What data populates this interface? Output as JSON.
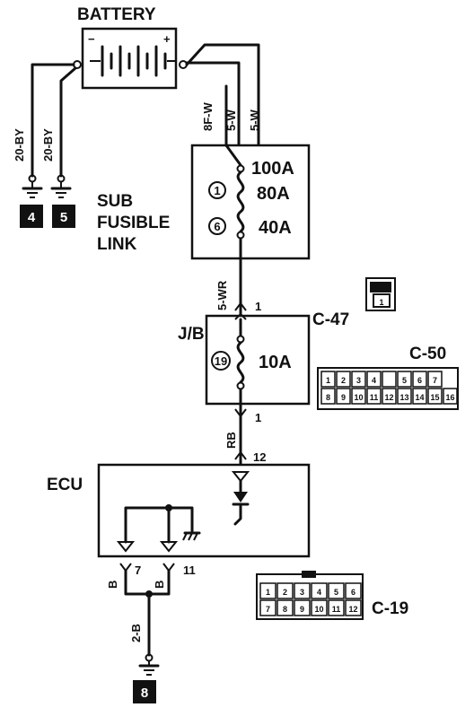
{
  "battery": {
    "label": "BATTERY"
  },
  "wires": {
    "left_1": "20-BY",
    "left_2": "20-BY",
    "top_1": "8F-W",
    "top_2": "5-W",
    "top_3": "5-W",
    "jb_in": "5-WR",
    "jb_out": "RB",
    "ecu_ground": "2-B",
    "ecu_pin7": "B",
    "ecu_pin11": "B"
  },
  "grounds": {
    "g4": "4",
    "g5": "5",
    "g8": "8"
  },
  "sub_fusible_link": {
    "label_line1": "SUB",
    "label_line2": "FUSIBLE",
    "label_line3": "LINK",
    "rating_top": "100A",
    "fuse1_num": "1",
    "fuse1_rating": "80A",
    "fuse6_num": "6",
    "fuse6_rating": "40A"
  },
  "jb": {
    "label": "J/B",
    "connector": "C-47",
    "pin_in": "1",
    "pin_out": "1",
    "fuse_num": "19",
    "fuse_rating": "10A"
  },
  "c47_connector": {
    "pin": "1"
  },
  "c50_connector": {
    "label": "C-50",
    "row1": [
      "1",
      "2",
      "3",
      "4",
      "",
      "5",
      "6",
      "7"
    ],
    "row2": [
      "8",
      "9",
      "10",
      "11",
      "12",
      "13",
      "14",
      "15",
      "16"
    ]
  },
  "ecu": {
    "label": "ECU",
    "pin_top": "12",
    "pin_7": "7",
    "pin_11": "11"
  },
  "c19_connector": {
    "label": "C-19",
    "row1": [
      "1",
      "2",
      "3",
      "4",
      "5",
      "6"
    ],
    "row2": [
      "7",
      "8",
      "9",
      "10",
      "11",
      "12"
    ]
  }
}
